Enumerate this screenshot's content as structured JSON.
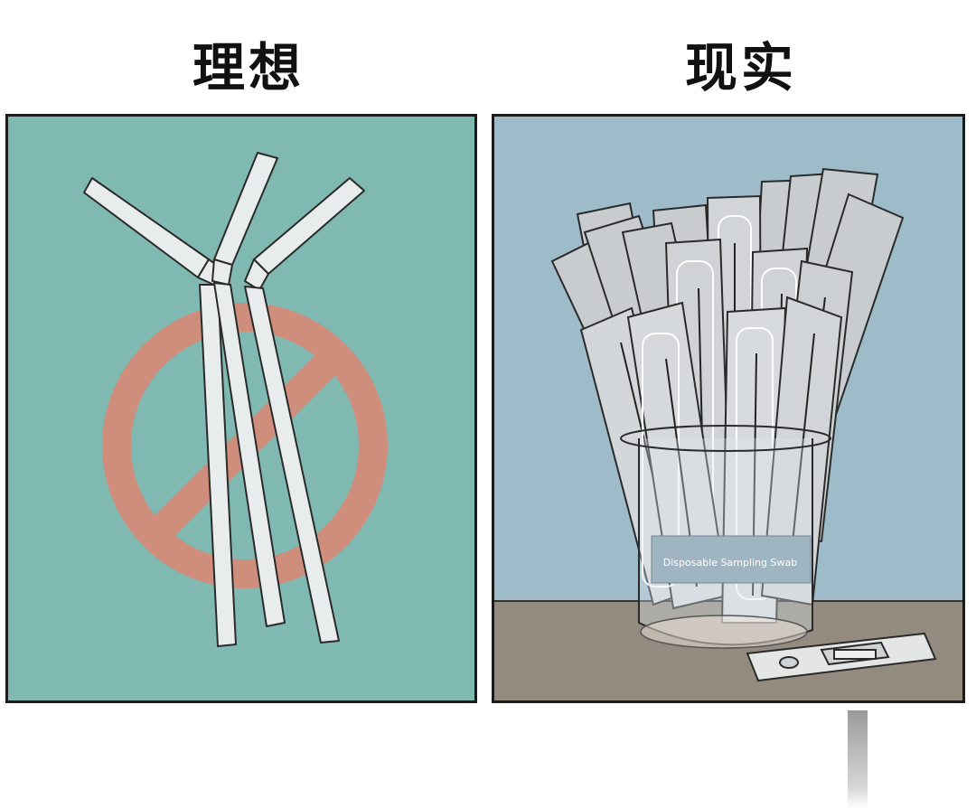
{
  "titles": {
    "left": "理想",
    "right": "现实"
  },
  "jar_label": "Disposable Sampling Swab",
  "colors": {
    "left_background": "#7fb9b2",
    "right_background": "#9dbbc9",
    "prohibition_sign": "#cf8e7c",
    "straw": "#e9ecec",
    "packet": "#c9cccf",
    "table": "#938a80"
  },
  "icons": {
    "left_panel": "prohibition-sign-icon",
    "right_panel": "test-cassette-icon"
  }
}
